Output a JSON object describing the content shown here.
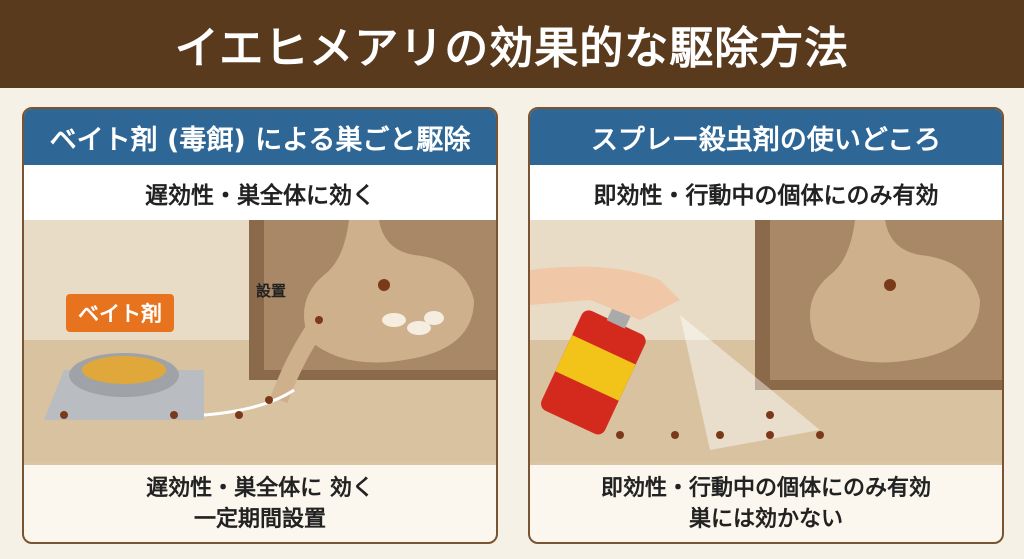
{
  "title": "イエヒメアリの効果的な駆除方法",
  "left": {
    "header": "ベイト剤 (毒餌) による巣ごと駆除",
    "subtitle": "遅効性・巣全体に効く",
    "bait_tag": "ベイト剤",
    "placement_label": "設置",
    "footer": [
      "遅効性・巣全体に 効く",
      "一定期間設置"
    ]
  },
  "right": {
    "header": "スプレー殺虫剤の使いどころ",
    "subtitle": "即効性・行動中の個体にのみ有効",
    "footer": [
      "即効性・行動中の個体にのみ有効",
      "巣には効かない"
    ]
  }
}
